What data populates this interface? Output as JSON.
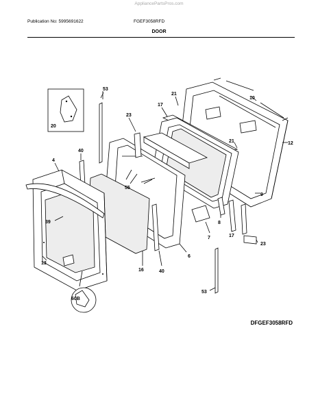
{
  "watermark": "AppliancePartsPros.com",
  "header": {
    "publication": "Publication No: 5995691622",
    "model": "FGEF3058RFD",
    "section": "DOOR"
  },
  "diagram_code": "DFGEF3058RFD",
  "callouts": {
    "c53a": "53",
    "c20": "20",
    "c23a": "23",
    "c17a": "17",
    "c21a": "21",
    "c10": "10",
    "c21b": "21",
    "c12": "12",
    "c40a": "40",
    "c4": "4",
    "c55": "55",
    "c9": "9",
    "c39": "39",
    "c8": "8",
    "c17b": "17",
    "c7": "7",
    "c23b": "23",
    "c13": "13",
    "c6": "6",
    "c16": "16",
    "c40b": "40",
    "c53b": "53",
    "c60b": "60B"
  }
}
